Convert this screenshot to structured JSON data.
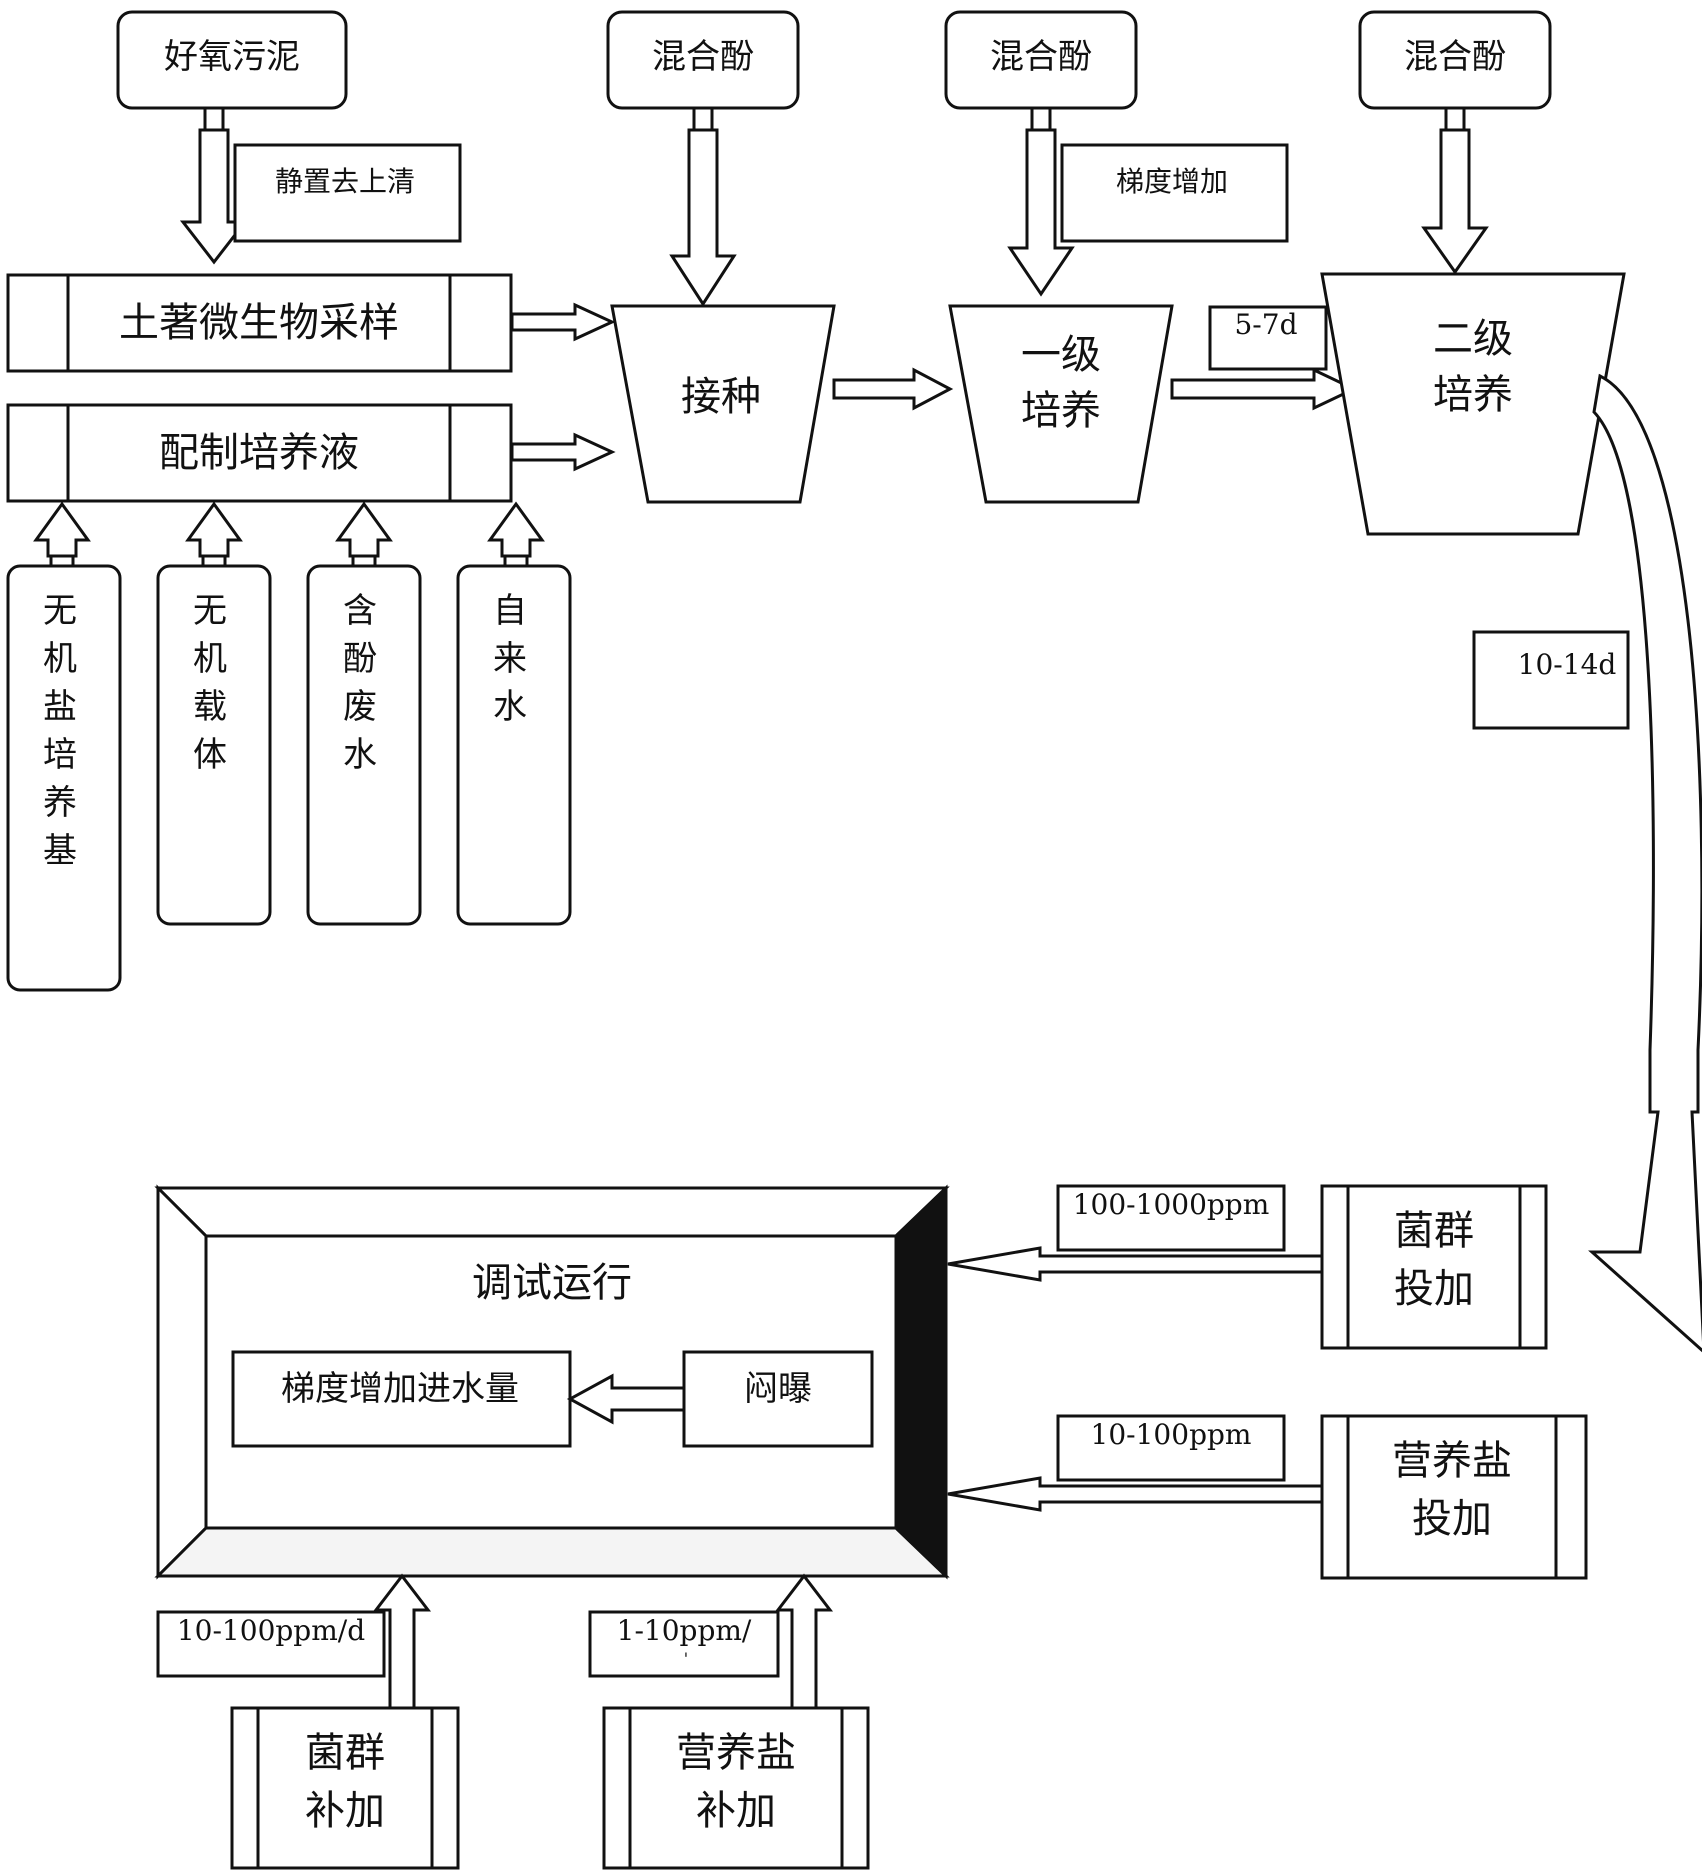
{
  "nodes": {
    "sludge": "好氧污泥",
    "phenol_1": "混合酚",
    "phenol_2": "混合酚",
    "phenol_3": "混合酚",
    "note_settle": "静置去上清",
    "note_gradient": "梯度增加",
    "sampling": "土著微生物采样",
    "medium_prep": "配制培养液",
    "inoculate": "接种",
    "primary_1": "一级",
    "primary_2": "培养",
    "secondary_1": "二级",
    "secondary_2": "培养",
    "dur_primary": "5-7d",
    "dur_secondary": "10-14d",
    "ingredients": [
      [
        "无",
        "机",
        "盐",
        "培",
        "养",
        "基"
      ],
      [
        "无",
        "机",
        "载",
        "体"
      ],
      [
        "含",
        "酚",
        "废",
        "水"
      ],
      [
        "自",
        "来",
        "水"
      ]
    ],
    "debug_run": "调试运行",
    "gradient_inflow": "梯度增加进水量",
    "stuffy_aeration": "闷曝",
    "dose_bacteria_1": "菌群",
    "dose_bacteria_2": "投加",
    "dose_bacteria_amount": "100-1000ppm",
    "dose_nutrient_1": "营养盐",
    "dose_nutrient_2": "投加",
    "dose_nutrient_amount": "10-100ppm",
    "supp_bacteria_1": "菌群",
    "supp_bacteria_2": "补加",
    "supp_bacteria_amount": "10-100ppm/d",
    "supp_nutrient_1": "营养盐",
    "supp_nutrient_2": "补加",
    "supp_nutrient_amount": "1-10ppm/",
    "supp_nutrient_amount_tail": "'"
  }
}
